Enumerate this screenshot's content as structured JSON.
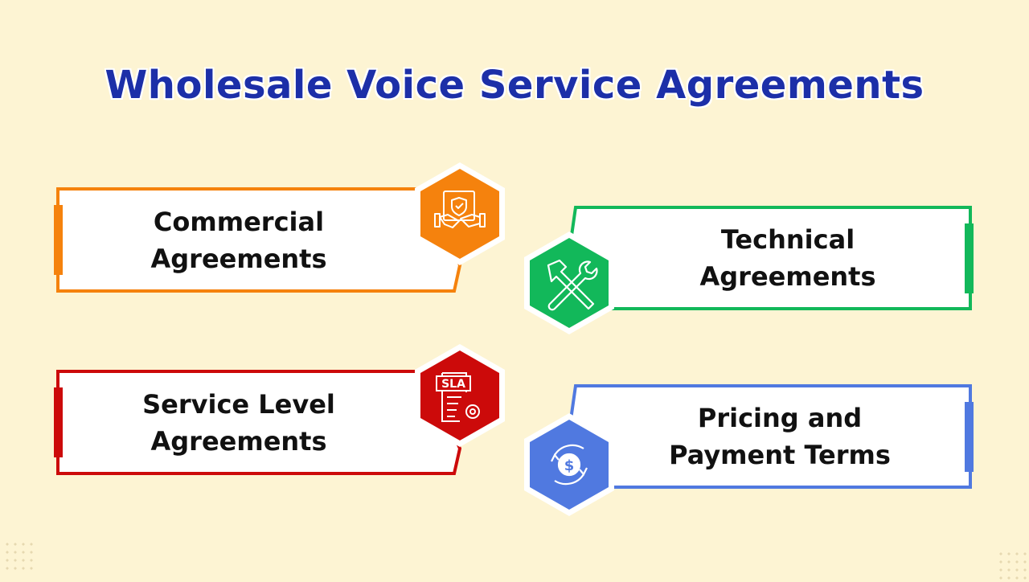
{
  "title": "Wholesale Voice Service Agreements",
  "cards": [
    {
      "line1": "Commercial",
      "line2": "Agreements",
      "icon": "handshake-icon",
      "color": "#f5820d"
    },
    {
      "line1": "Technical",
      "line2": "Agreements",
      "icon": "tools-icon",
      "color": "#12b85a"
    },
    {
      "line1": "Service Level",
      "line2": "Agreements",
      "icon": "sla-document-icon",
      "color": "#cc0a0a",
      "icon_text": "SLA"
    },
    {
      "line1": "Pricing and",
      "line2": "Payment Terms",
      "icon": "dollar-cycle-icon",
      "color": "#5079e0"
    }
  ]
}
